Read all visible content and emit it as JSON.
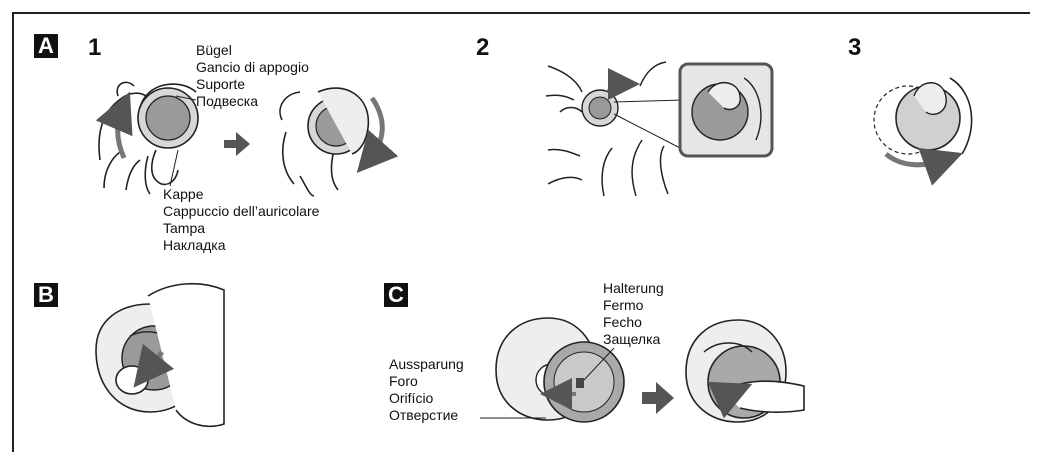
{
  "sections": {
    "a_label": "A",
    "b_label": "B",
    "c_label": "C"
  },
  "steps": [
    "1",
    "2",
    "3"
  ],
  "labels": {
    "support": [
      "Bügel",
      "Gancio di appogio",
      "Suporte",
      "Подвеска"
    ],
    "cap": [
      "Kappe",
      "Cappuccio dell’auricolare",
      "Tampa",
      "Накладка"
    ],
    "hole": [
      "Aussparung",
      "Foro",
      "Orifício",
      "Отверстие"
    ],
    "clip": [
      "Halterung",
      "Fermo",
      "Fecho",
      "Защелка"
    ]
  }
}
